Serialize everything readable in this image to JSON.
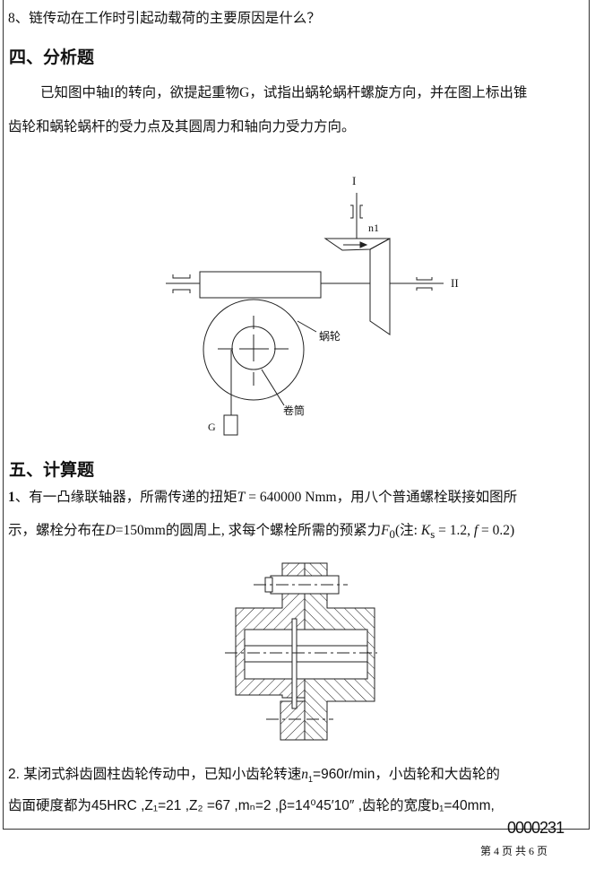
{
  "question8": "8、链传动在工作时引起动载荷的主要原因是什么？",
  "section4": {
    "title": "四、分析题",
    "line1": "已知图中轴I的转向，欲提起重物G，试指出蜗轮蜗杆螺旋方向，并在图上标出锥",
    "line2": "齿轮和蜗轮蜗杆的受力点及其圆周力和轴向力受力方向。",
    "diagram_labels": {
      "shaft1": "I",
      "n1": "n1",
      "shaft2": "II",
      "worm_wheel": "蜗轮",
      "drum": "卷筒",
      "weight": "G"
    }
  },
  "section5": {
    "title": "五、计算题",
    "q1_line1_a": "1",
    "q1_line1_b": "、有一凸缘联轴器，所需传递的扭矩",
    "q1_T": "T",
    "q1_line1_c": " = 640000 Nmm，用八个普通螺栓联接如图所",
    "q1_line2_a": "示，螺栓分布在",
    "q1_D": "D",
    "q1_line2_b": "=150mm的圆周上, 求每个螺栓所需的预紧力",
    "q1_F0": "F",
    "q1_F0_sub": "0",
    "q1_line2_c": "(注: ",
    "q1_Ks": "K",
    "q1_Ks_sub": "s",
    "q1_line2_d": " = 1.2, ",
    "q1_f": "f",
    "q1_line2_e": " = 0.2)",
    "q2_line1": "2. 某闭式斜齿圆柱齿轮传动中，已知小齿轮转速",
    "q2_n1": "n",
    "q2_n1_sub": "1",
    "q2_line1_b": "=960r/min，小齿轮和大齿轮的",
    "q2_line2": "齿面硬度都为45HRC ,Z₁=21 ,Z₂ =67 ,mₙ=2 ,β=14⁰45′10″ ,齿轮的宽度b₁=40mm,"
  },
  "stamp": "0000231",
  "footer": "第 4 页 共 6 页"
}
